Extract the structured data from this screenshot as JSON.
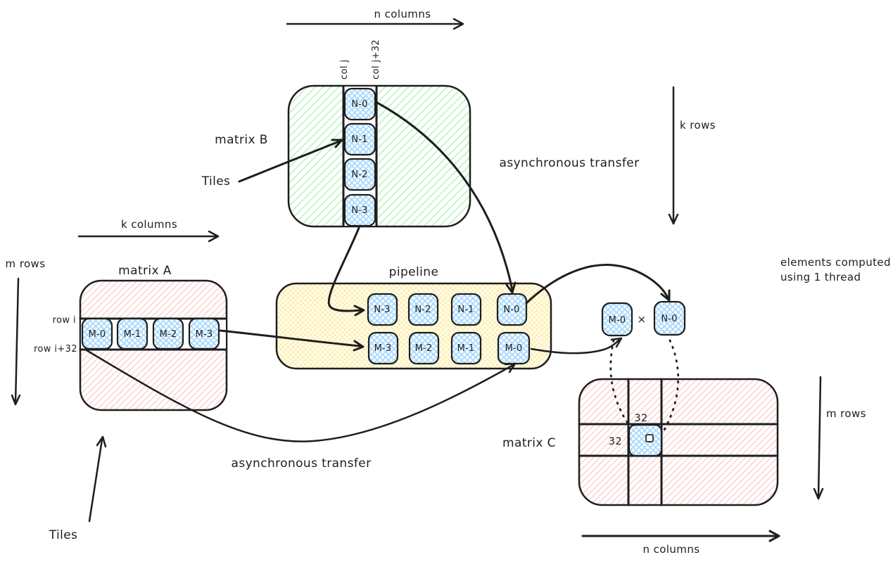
{
  "canvas": {
    "background": "#ffffff",
    "stroke": "#1e1e1e"
  },
  "palette": {
    "matrix_b_fill": "#b2f2bb",
    "matrix_a_fill": "#ffc9c9",
    "matrix_c_fill": "#ffc9c9",
    "pipeline_fill": "#ffec99",
    "tile_fill": "#a5d8ff"
  },
  "matrix_b": {
    "label": "matrix B",
    "col_left": "col j",
    "col_right": "col j+32",
    "tiles": [
      "N-0",
      "N-1",
      "N-2",
      "N-3"
    ]
  },
  "matrix_a": {
    "label": "matrix A",
    "row_top": "row i",
    "row_bottom": "row i+32",
    "tiles": [
      "M-0",
      "M-1",
      "M-2",
      "M-3"
    ]
  },
  "matrix_c": {
    "label": "matrix C",
    "tile_width": "32",
    "tile_height": "32"
  },
  "pipeline": {
    "label": "pipeline",
    "row_n": [
      "N-3",
      "N-2",
      "N-1",
      "N-0"
    ],
    "row_m": [
      "M-3",
      "M-2",
      "M-1",
      "M-0"
    ]
  },
  "compute": {
    "left_tile": "M-0",
    "operator": "×",
    "right_tile": "N-0",
    "note_line1": "elements computed",
    "note_line2": "using 1 thread"
  },
  "axes": {
    "b_columns": "n columns",
    "b_rows": "k rows",
    "a_columns": "k columns",
    "a_rows": "m rows",
    "c_columns": "n columns",
    "c_rows": "m rows"
  },
  "annotations": {
    "tiles_top": "Tiles",
    "tiles_bottom": "Tiles",
    "transfer_top": "asynchronous transfer",
    "transfer_bottom": "asynchronous transfer"
  }
}
